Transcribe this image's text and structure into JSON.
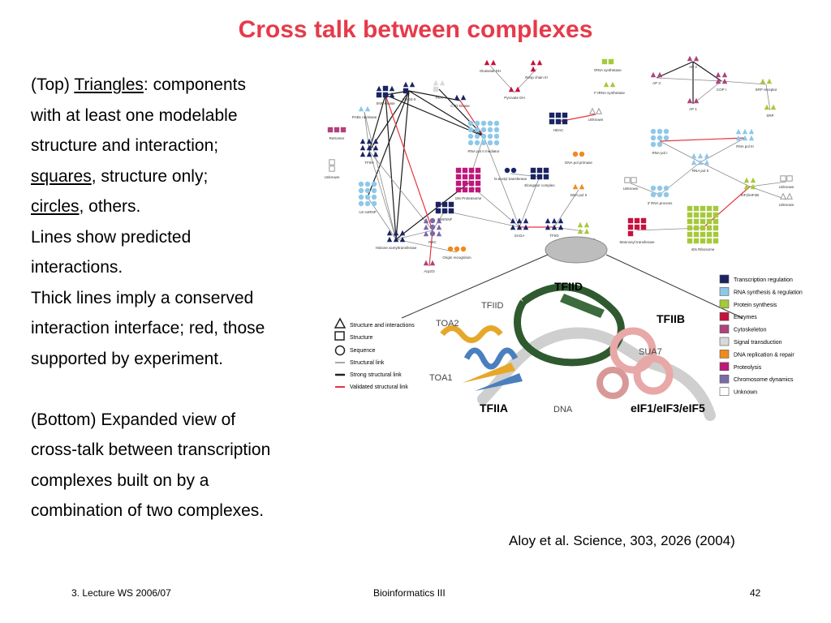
{
  "slide": {
    "title": "Cross talk between complexes",
    "body": {
      "p1_prefix": "(Top) ",
      "triangles": "Triangles",
      "p1_rest1": ": components",
      "p1_line2": "with at least one modelable",
      "p1_line3": "structure and interaction;",
      "squares": "squares",
      "p1_rest4": ", structure only;",
      "circles": "circles",
      "p1_rest5": ", others.",
      "p2_line1": "Lines show predicted",
      "p2_line2": "interactions.",
      "p3_line1": "Thick lines imply a conserved",
      "p3_line2": "interaction interface; red, those",
      "p3_line3": "supported by experiment.",
      "p4_line1": "(Bottom) Expanded view of",
      "p4_line2": "cross-talk between transcription",
      "p4_line3": "complexes built on by a",
      "p4_line4": "combination of two complexes."
    },
    "citation": "Aloy et al. Science, 303, 2026 (2004)"
  },
  "footer": {
    "left": "3. Lecture WS 2006/07",
    "center": "Bioinformatics III",
    "page": "42"
  },
  "figure": {
    "network_labels": {
      "vps": "Vps34-II",
      "pka": "PKA",
      "snf": "SNF kinase",
      "ctd": "CTD kinase",
      "pab1": "PAB1 nuclease",
      "rnapol2_mediator": "RNA pol II mediator",
      "retromer": "Retromer",
      "unknown": "Unknown",
      "tfiih": "TFIIH",
      "u2": "U2 snRNP",
      "proteasome": "19s Proteasome",
      "histone": "Histone acetyltransferase",
      "rsc": "RSC",
      "swisnf": "SWI/SNF",
      "origin": "Origin recognition",
      "arp": "Arp2/3",
      "saga": "SAGA",
      "tfiid_small": "TFIID",
      "eif": "eIF1/eIF3/eIF5",
      "tfiia_small": "TFIIA",
      "glutamate": "Glutarate DH",
      "respchain": "Resp chain III",
      "pyruvate": "Pyruvate DH",
      "hdac": "HDAC",
      "nacetyl": "N-acetyl transferase",
      "elongator": "Elongator complex",
      "dnapolprimase": "DNA pol primase",
      "dnapol2": "DNA pol II",
      "trna": "tRNA synthetase",
      "frna": "F-tRNA synthetase",
      "ap2": "AP 2",
      "ap3": "AP 3",
      "ap1": "AP 1",
      "copi": "COP I",
      "srpreceptor": "SRP receptor",
      "srp": "SRP",
      "rnapol1": "RNA pol I",
      "rnapol3": "RNA pol III",
      "rnapol2": "RNA pol II",
      "rna3": "3' RNA process",
      "eif2": "eIF2/eIF2B",
      "mannosyl": "Mannosyl transferase",
      "ribo40": "40s Ribosome"
    },
    "legend_shapes": [
      "Structure and interactions",
      "Structure",
      "Sequence",
      "Structural link",
      "Strong structural link",
      "Validated structural link"
    ],
    "legend_categories": [
      {
        "label": "Transcription regulation",
        "color": "#1a2463"
      },
      {
        "label": "RNA synthesis & regulation",
        "color": "#8ec8e8"
      },
      {
        "label": "Protein synthesis",
        "color": "#a6c93a"
      },
      {
        "label": "Enzymes",
        "color": "#c8103c"
      },
      {
        "label": "Cytoskeleton",
        "color": "#b0427a"
      },
      {
        "label": "Signal transduction",
        "color": "#d9d9d9"
      },
      {
        "label": "DNA replication & repair",
        "color": "#f08a1c"
      },
      {
        "label": "Proteolysis",
        "color": "#c0187a"
      },
      {
        "label": "Chromosome dynamics",
        "color": "#7a6aa8"
      },
      {
        "label": "Unknown",
        "color": "#ffffff"
      }
    ],
    "structure_labels": {
      "tfiid": "TFIID",
      "tfiid2": "TFIID",
      "toa2": "TOA2",
      "tfiib": "TFIIB",
      "sua7": "SUA7",
      "toa1": "TOA1",
      "tfiia": "TFIIA",
      "dna": "DNA",
      "eif": "eIF1/eIF3/eIF5"
    },
    "colors": {
      "title": "#e63a4a",
      "red_link": "#e8333f",
      "dark_link": "#1a1a1a",
      "grey_link": "#8a8a8a"
    }
  }
}
